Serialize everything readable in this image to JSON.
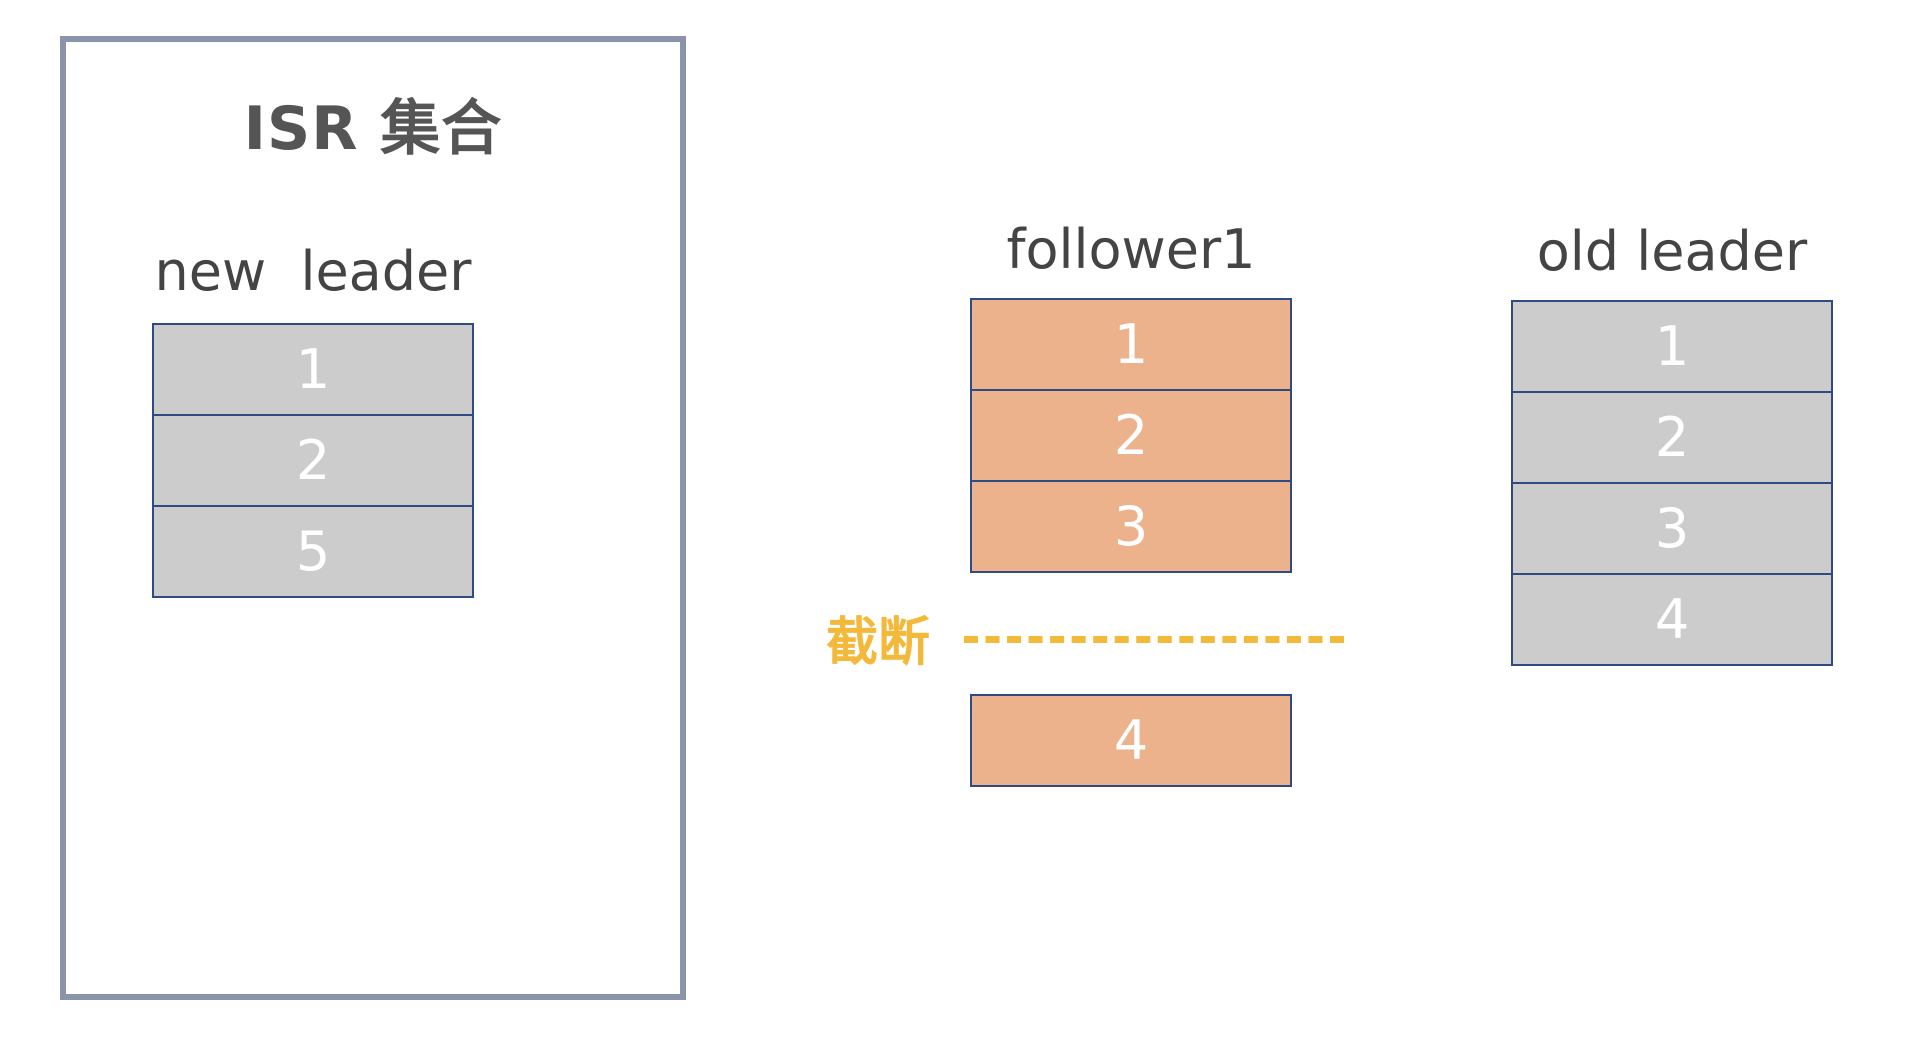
{
  "isr": {
    "title": "ISR 集合"
  },
  "new_leader": {
    "label": "new  leader",
    "cells": [
      "1",
      "2",
      "5"
    ]
  },
  "follower1": {
    "label": "follower1",
    "cells": [
      "1",
      "2",
      "3"
    ],
    "truncated_cells": [
      "4"
    ]
  },
  "old_leader": {
    "label": "old leader",
    "cells": [
      "1",
      "2",
      "3",
      "4"
    ]
  },
  "truncate": {
    "label": "截断"
  },
  "colors": {
    "box_border": "#8a94ab",
    "cell_border": "#2f4b86",
    "gray_fill": "#cccccc",
    "orange_fill": "#ebb28b",
    "truncate_color": "#f3b93a",
    "text": "#444444"
  }
}
